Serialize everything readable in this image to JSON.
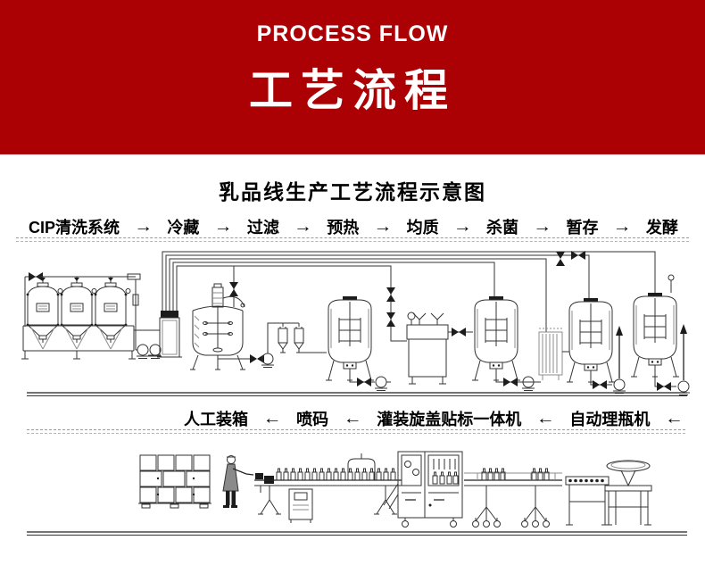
{
  "header": {
    "eyebrow": "PROCESS FLOW",
    "title": "工艺流程"
  },
  "colors": {
    "banner_bg": "#ab0104",
    "banner_text": "#ffffff",
    "line_art": "#333333",
    "divider": "#9a9a9a"
  },
  "diagram": {
    "title": "乳品线生产工艺流程示意图",
    "flow_top": {
      "arrow": "→",
      "steps": [
        "CIP清洗系统",
        "冷藏",
        "过滤",
        "预热",
        "均质",
        "杀菌",
        "暂存",
        "发酵"
      ]
    },
    "flow_bottom": {
      "arrow": "←",
      "steps": [
        "人工装箱",
        "喷码",
        "灌装旋盖贴标一体机",
        "自动理瓶机"
      ]
    }
  }
}
